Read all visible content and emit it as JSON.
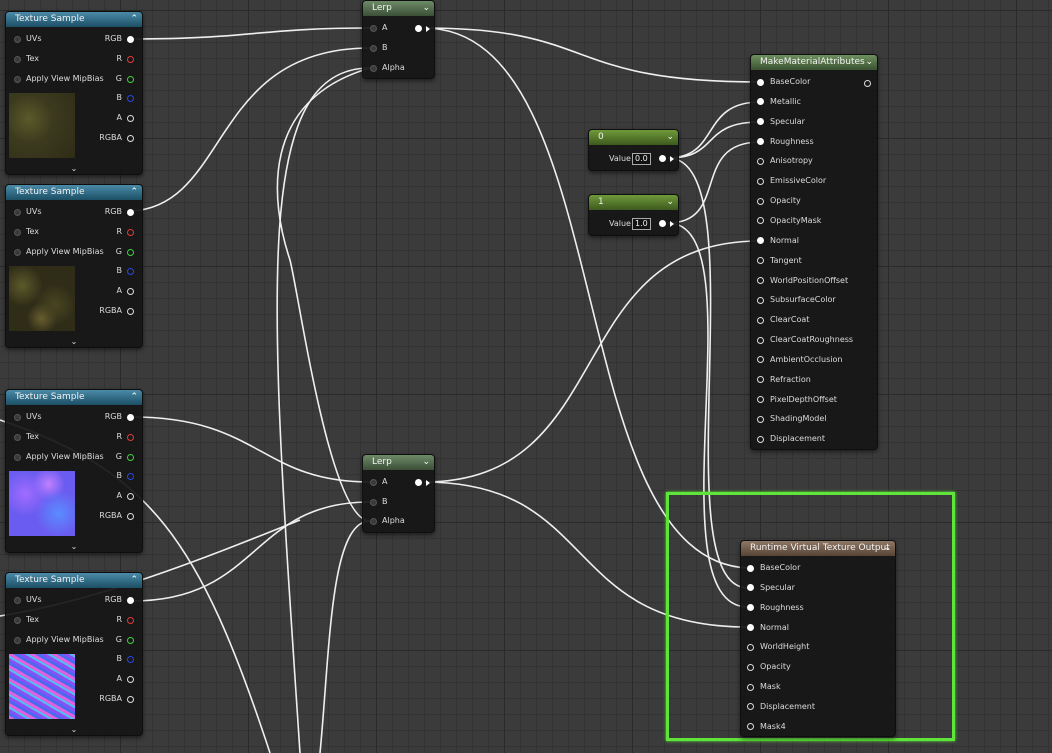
{
  "texture_nodes": [
    {
      "title": "Texture Sample",
      "pins_in": [
        "UVs",
        "Tex",
        "Apply View MipBias"
      ],
      "pins_out": [
        "RGB",
        "R",
        "G",
        "B",
        "A",
        "RGBA"
      ],
      "preview": "dark-earth-texture"
    },
    {
      "title": "Texture Sample",
      "pins_in": [
        "UVs",
        "Tex",
        "Apply View MipBias"
      ],
      "pins_out": [
        "RGB",
        "R",
        "G",
        "B",
        "A",
        "RGBA"
      ],
      "preview": "dark-earth-texture"
    },
    {
      "title": "Texture Sample",
      "pins_in": [
        "UVs",
        "Tex",
        "Apply View MipBias"
      ],
      "pins_out": [
        "RGB",
        "R",
        "G",
        "B",
        "A",
        "RGBA"
      ],
      "preview": "normal-map-texture"
    },
    {
      "title": "Texture Sample",
      "pins_in": [
        "UVs",
        "Tex",
        "Apply View MipBias"
      ],
      "pins_out": [
        "RGB",
        "R",
        "G",
        "B",
        "A",
        "RGBA"
      ],
      "preview": "normal-map-texture"
    }
  ],
  "lerp_nodes": [
    {
      "title": "Lerp",
      "pins": [
        "A",
        "B",
        "Alpha"
      ]
    },
    {
      "title": "Lerp",
      "pins": [
        "A",
        "B",
        "Alpha"
      ]
    }
  ],
  "const_nodes": [
    {
      "title": "0",
      "value_label": "Value",
      "value": "0.0"
    },
    {
      "title": "1",
      "value_label": "Value",
      "value": "1.0"
    }
  ],
  "make_material": {
    "title": "MakeMaterialAttributes",
    "pins": [
      "BaseColor",
      "Metallic",
      "Specular",
      "Roughness",
      "Anisotropy",
      "EmissiveColor",
      "Opacity",
      "OpacityMask",
      "Normal",
      "Tangent",
      "WorldPositionOffset",
      "SubsurfaceColor",
      "ClearCoat",
      "ClearCoatRoughness",
      "AmbientOcclusion",
      "Refraction",
      "PixelDepthOffset",
      "ShadingModel",
      "Displacement"
    ]
  },
  "rvt_output": {
    "title": "Runtime Virtual Texture Output",
    "pins": [
      "BaseColor",
      "Specular",
      "Roughness",
      "Normal",
      "WorldHeight",
      "Opacity",
      "Mask",
      "Displacement",
      "Mask4"
    ]
  },
  "colors": {
    "selection": "#5ee43a",
    "wire": "#ffffff",
    "pin_r": "#e53a3a",
    "pin_g": "#3cd23c",
    "pin_b": "#2b46e8"
  },
  "icons": {
    "collapse": "chevron-up-icon",
    "expand": "chevron-down-icon",
    "node_menu": "chevron-down-icon"
  }
}
